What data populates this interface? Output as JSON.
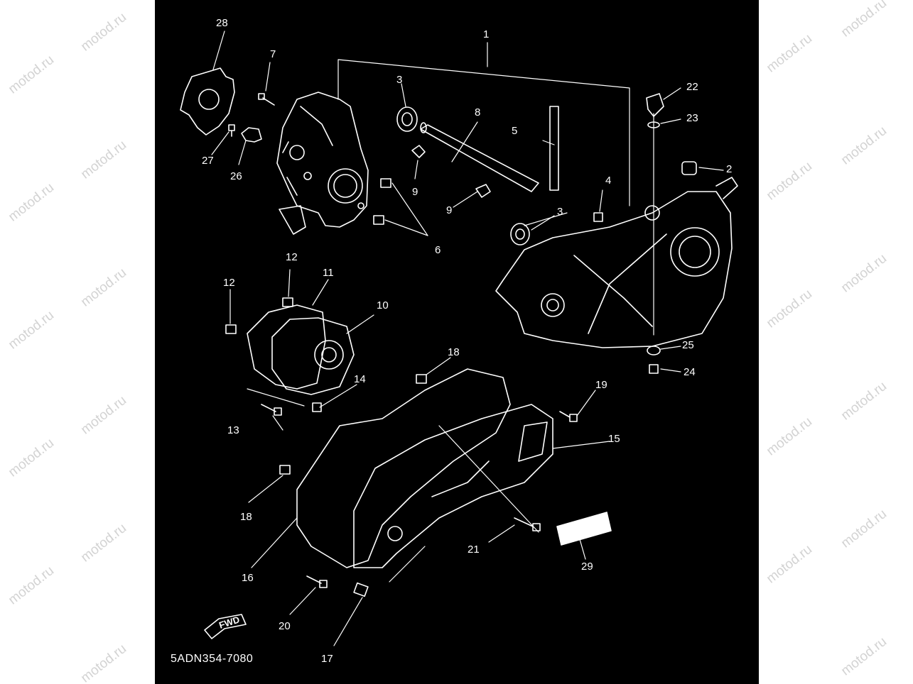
{
  "diagram": {
    "code": "5ADN354-7080",
    "fwd": "FWD",
    "watermark": "motod.ru",
    "labels": [
      {
        "n": "1"
      },
      {
        "n": "2"
      },
      {
        "n": "3"
      },
      {
        "n": "3"
      },
      {
        "n": "4"
      },
      {
        "n": "5"
      },
      {
        "n": "6"
      },
      {
        "n": "7"
      },
      {
        "n": "8"
      },
      {
        "n": "9"
      },
      {
        "n": "9"
      },
      {
        "n": "10"
      },
      {
        "n": "11"
      },
      {
        "n": "12"
      },
      {
        "n": "12"
      },
      {
        "n": "13"
      },
      {
        "n": "14"
      },
      {
        "n": "15"
      },
      {
        "n": "16"
      },
      {
        "n": "17"
      },
      {
        "n": "18"
      },
      {
        "n": "18"
      },
      {
        "n": "19"
      },
      {
        "n": "20"
      },
      {
        "n": "21"
      },
      {
        "n": "22"
      },
      {
        "n": "23"
      },
      {
        "n": "24"
      },
      {
        "n": "25"
      },
      {
        "n": "26"
      },
      {
        "n": "27"
      },
      {
        "n": "28"
      },
      {
        "n": "29"
      }
    ]
  }
}
